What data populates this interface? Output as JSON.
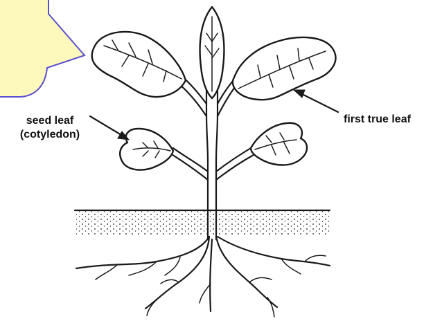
{
  "labels": {
    "seed_leaf_line1": "seed leaf",
    "seed_leaf_line2": "(cotyledon)",
    "first_true_leaf": "first true leaf"
  },
  "colors": {
    "callout_fill": "#fdf8bc",
    "callout_stroke": "#5a4fcf",
    "ink": "#1a1a1a",
    "background": "#ffffff"
  }
}
